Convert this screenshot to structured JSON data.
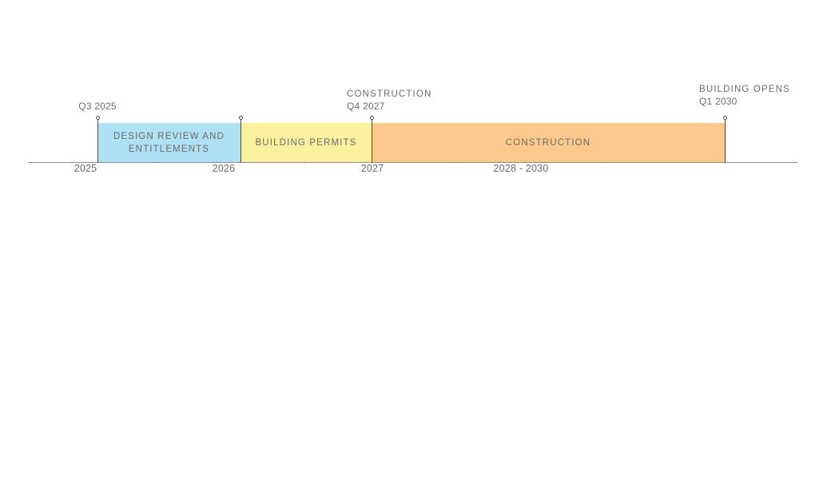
{
  "chart_data": {
    "type": "timeline",
    "title": "",
    "xlabel": "",
    "ylabel": "",
    "axis": {
      "start_year": 2025,
      "end_year": 2030,
      "grid": false,
      "tick_labels": [
        "2025",
        "2026",
        "2027",
        "2028 - 2030"
      ],
      "minor_ticks": 4
    },
    "phases": [
      {
        "label": "DESIGN REVIEW AND\nENTITLEMENTS",
        "start": "Q3 2025",
        "end": "2026",
        "color": "#AEE1F4"
      },
      {
        "label": "BUILDING PERMITS",
        "start": "2026",
        "end": "Q4 2027",
        "color": "#FAF09E"
      },
      {
        "label": "CONSTRUCTION",
        "start": "Q4 2027",
        "end": "Q1 2030",
        "color": "#FAC98B"
      }
    ],
    "milestones": [
      {
        "title": "",
        "date": "Q3 2025"
      },
      {
        "title": "",
        "date": ""
      },
      {
        "title": "CONSTRUCTION",
        "date": "Q4 2027"
      },
      {
        "title": "BUILDING OPENS",
        "date": "Q1 2030"
      }
    ]
  },
  "colors": {
    "phase_design": "#AEE1F4",
    "phase_permits": "#FAF09E",
    "phase_construction": "#FAC98B",
    "axis": "#8c8c8c",
    "text": "#6b6b6b",
    "marker": "#4a4a4a"
  },
  "phases": {
    "design": {
      "label": "DESIGN REVIEW AND\nENTITLEMENTS"
    },
    "permits": {
      "label": "BUILDING PERMITS"
    },
    "construction": {
      "label": "CONSTRUCTION"
    }
  },
  "milestones": {
    "m1": {
      "date": "Q3 2025"
    },
    "m3": {
      "title": "CONSTRUCTION",
      "date": "Q4 2027"
    },
    "m4": {
      "title": "BUILDING OPENS",
      "date": "Q1 2030"
    }
  },
  "years": {
    "y2025": "2025",
    "y2026": "2026",
    "y2027": "2027",
    "y2028_2030": "2028 - 2030"
  }
}
